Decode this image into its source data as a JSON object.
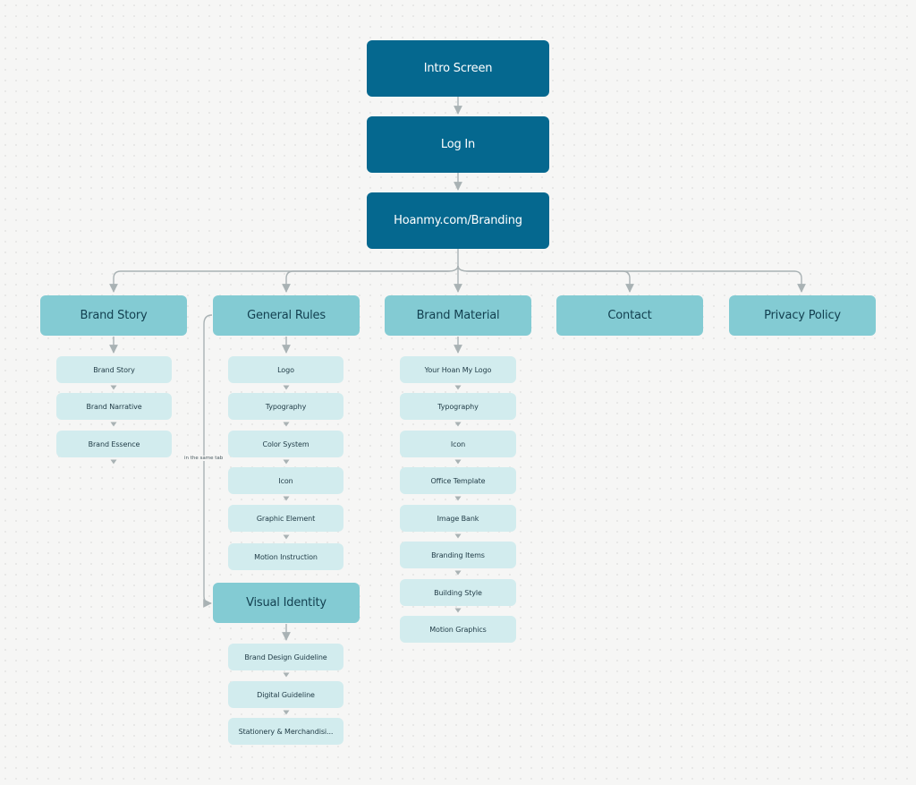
{
  "top": {
    "intro": "Intro Screen",
    "login": "Log In",
    "branding": "Hoanmy.com/Branding"
  },
  "categories": {
    "brand_story": "Brand Story",
    "general_rules": "General Rules",
    "brand_material": "Brand Material",
    "contact": "Contact",
    "privacy_policy": "Privacy Policy",
    "visual_identity": "Visual Identity"
  },
  "brand_story_items": [
    "Brand Story",
    "Brand Narrative",
    "Brand Essence"
  ],
  "general_rules_items": [
    "Logo",
    "Typography",
    "Color System",
    "Icon",
    "Graphic Element",
    "Motion Instruction"
  ],
  "brand_material_items": [
    "Your Hoan My Logo",
    "Typography",
    "Icon",
    "Office Template",
    "Image Bank",
    "Branding Items",
    "Building Style",
    "Motion Graphics"
  ],
  "visual_identity_items": [
    "Brand Design Guideline",
    "Digital Guideline",
    "Stationery & Merchandisi..."
  ],
  "note": "in the same tab",
  "colors": {
    "top": "#05688f",
    "category": "#83cbd3",
    "subitem": "#d2ecee",
    "connector": "#a9b2b4"
  }
}
